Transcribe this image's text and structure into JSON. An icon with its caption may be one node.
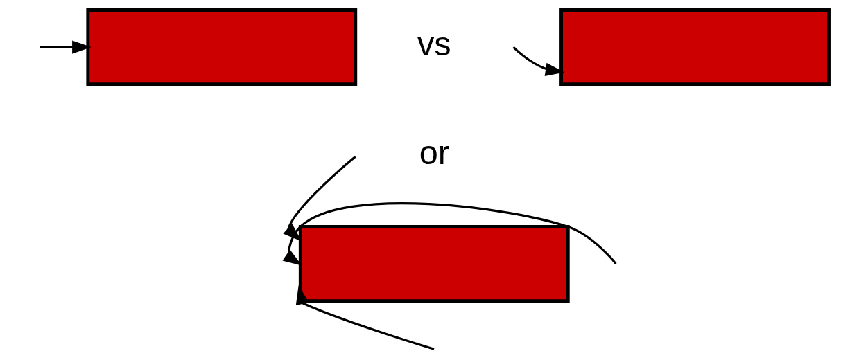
{
  "diagram": {
    "nodes": [
      {
        "text": [],
        "shape": "box"
      },
      {
        "text": [],
        "shape": "box"
      },
      {
        "text": [],
        "shape": "box"
      }
    ],
    "edges": [
      {
        "from": null,
        "to": 0,
        "arrow": "to"
      },
      {
        "from": null,
        "to": 1,
        "arrow": "to"
      },
      {
        "from": null,
        "to": 2,
        "arrow": "to"
      },
      {
        "from": null,
        "to": 2,
        "arrow": "to"
      },
      {
        "from": null,
        "to": 2,
        "arrow": "to"
      }
    ],
    "labels": [
      "vs",
      "or"
    ]
  }
}
